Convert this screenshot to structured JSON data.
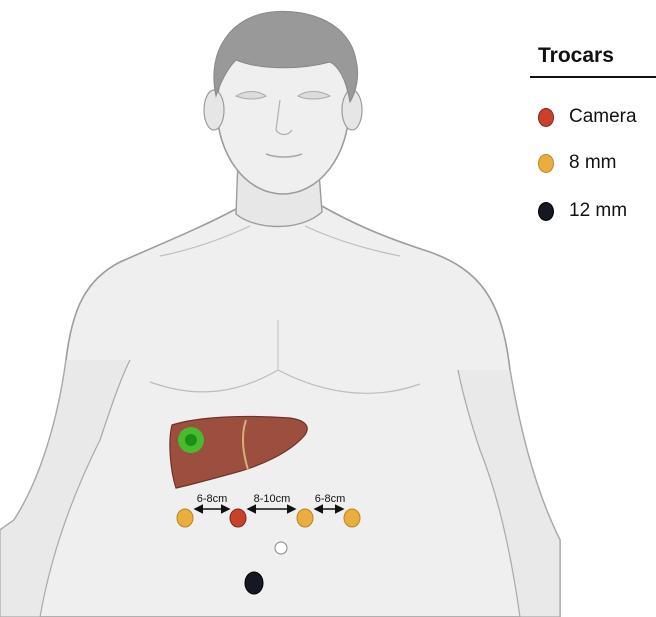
{
  "legend": {
    "title": "Trocars",
    "items": [
      {
        "label": "Camera",
        "color": "#c9412b",
        "border": "#7a2a1a"
      },
      {
        "label": "8 mm",
        "color": "#eaae3f",
        "border": "#b98520"
      },
      {
        "label": "12 mm",
        "color": "#151821",
        "border": "#000000"
      }
    ]
  },
  "measurements": {
    "left": "6-8cm",
    "middle": "8-10cm",
    "right": "6-8cm"
  },
  "colors": {
    "skin": "#eeeeee",
    "outline": "#9a9a9a",
    "hair": "#999999",
    "liver": "#9c4f3f",
    "tumor": "#3ec52c"
  }
}
